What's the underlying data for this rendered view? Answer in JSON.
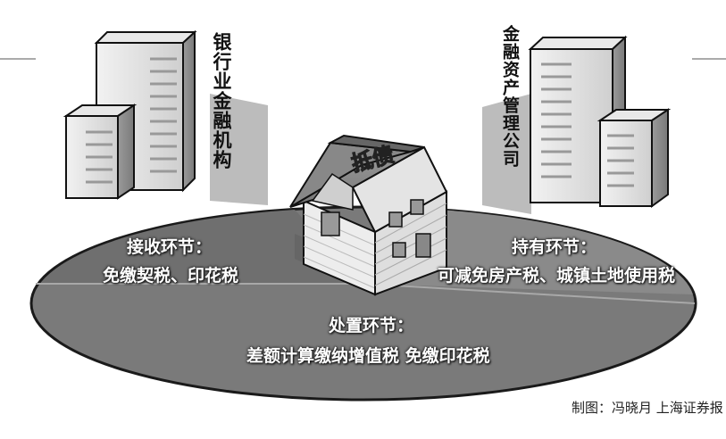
{
  "diagram": {
    "left_entity": "银行业金融机构",
    "right_entity": "金融资产管理公司",
    "house_sign": "抵债",
    "stages": {
      "receive": {
        "title": "接收环节：",
        "detail": "免缴契税、印花税"
      },
      "hold": {
        "title": "持有环节：",
        "detail": "可减免房产税、城镇土地使用税"
      },
      "dispose": {
        "title": "处置环节：",
        "detail": "差额计算缴纳增值税 免缴印花税"
      }
    },
    "credit": "制图：冯晓月 上海证券报"
  }
}
